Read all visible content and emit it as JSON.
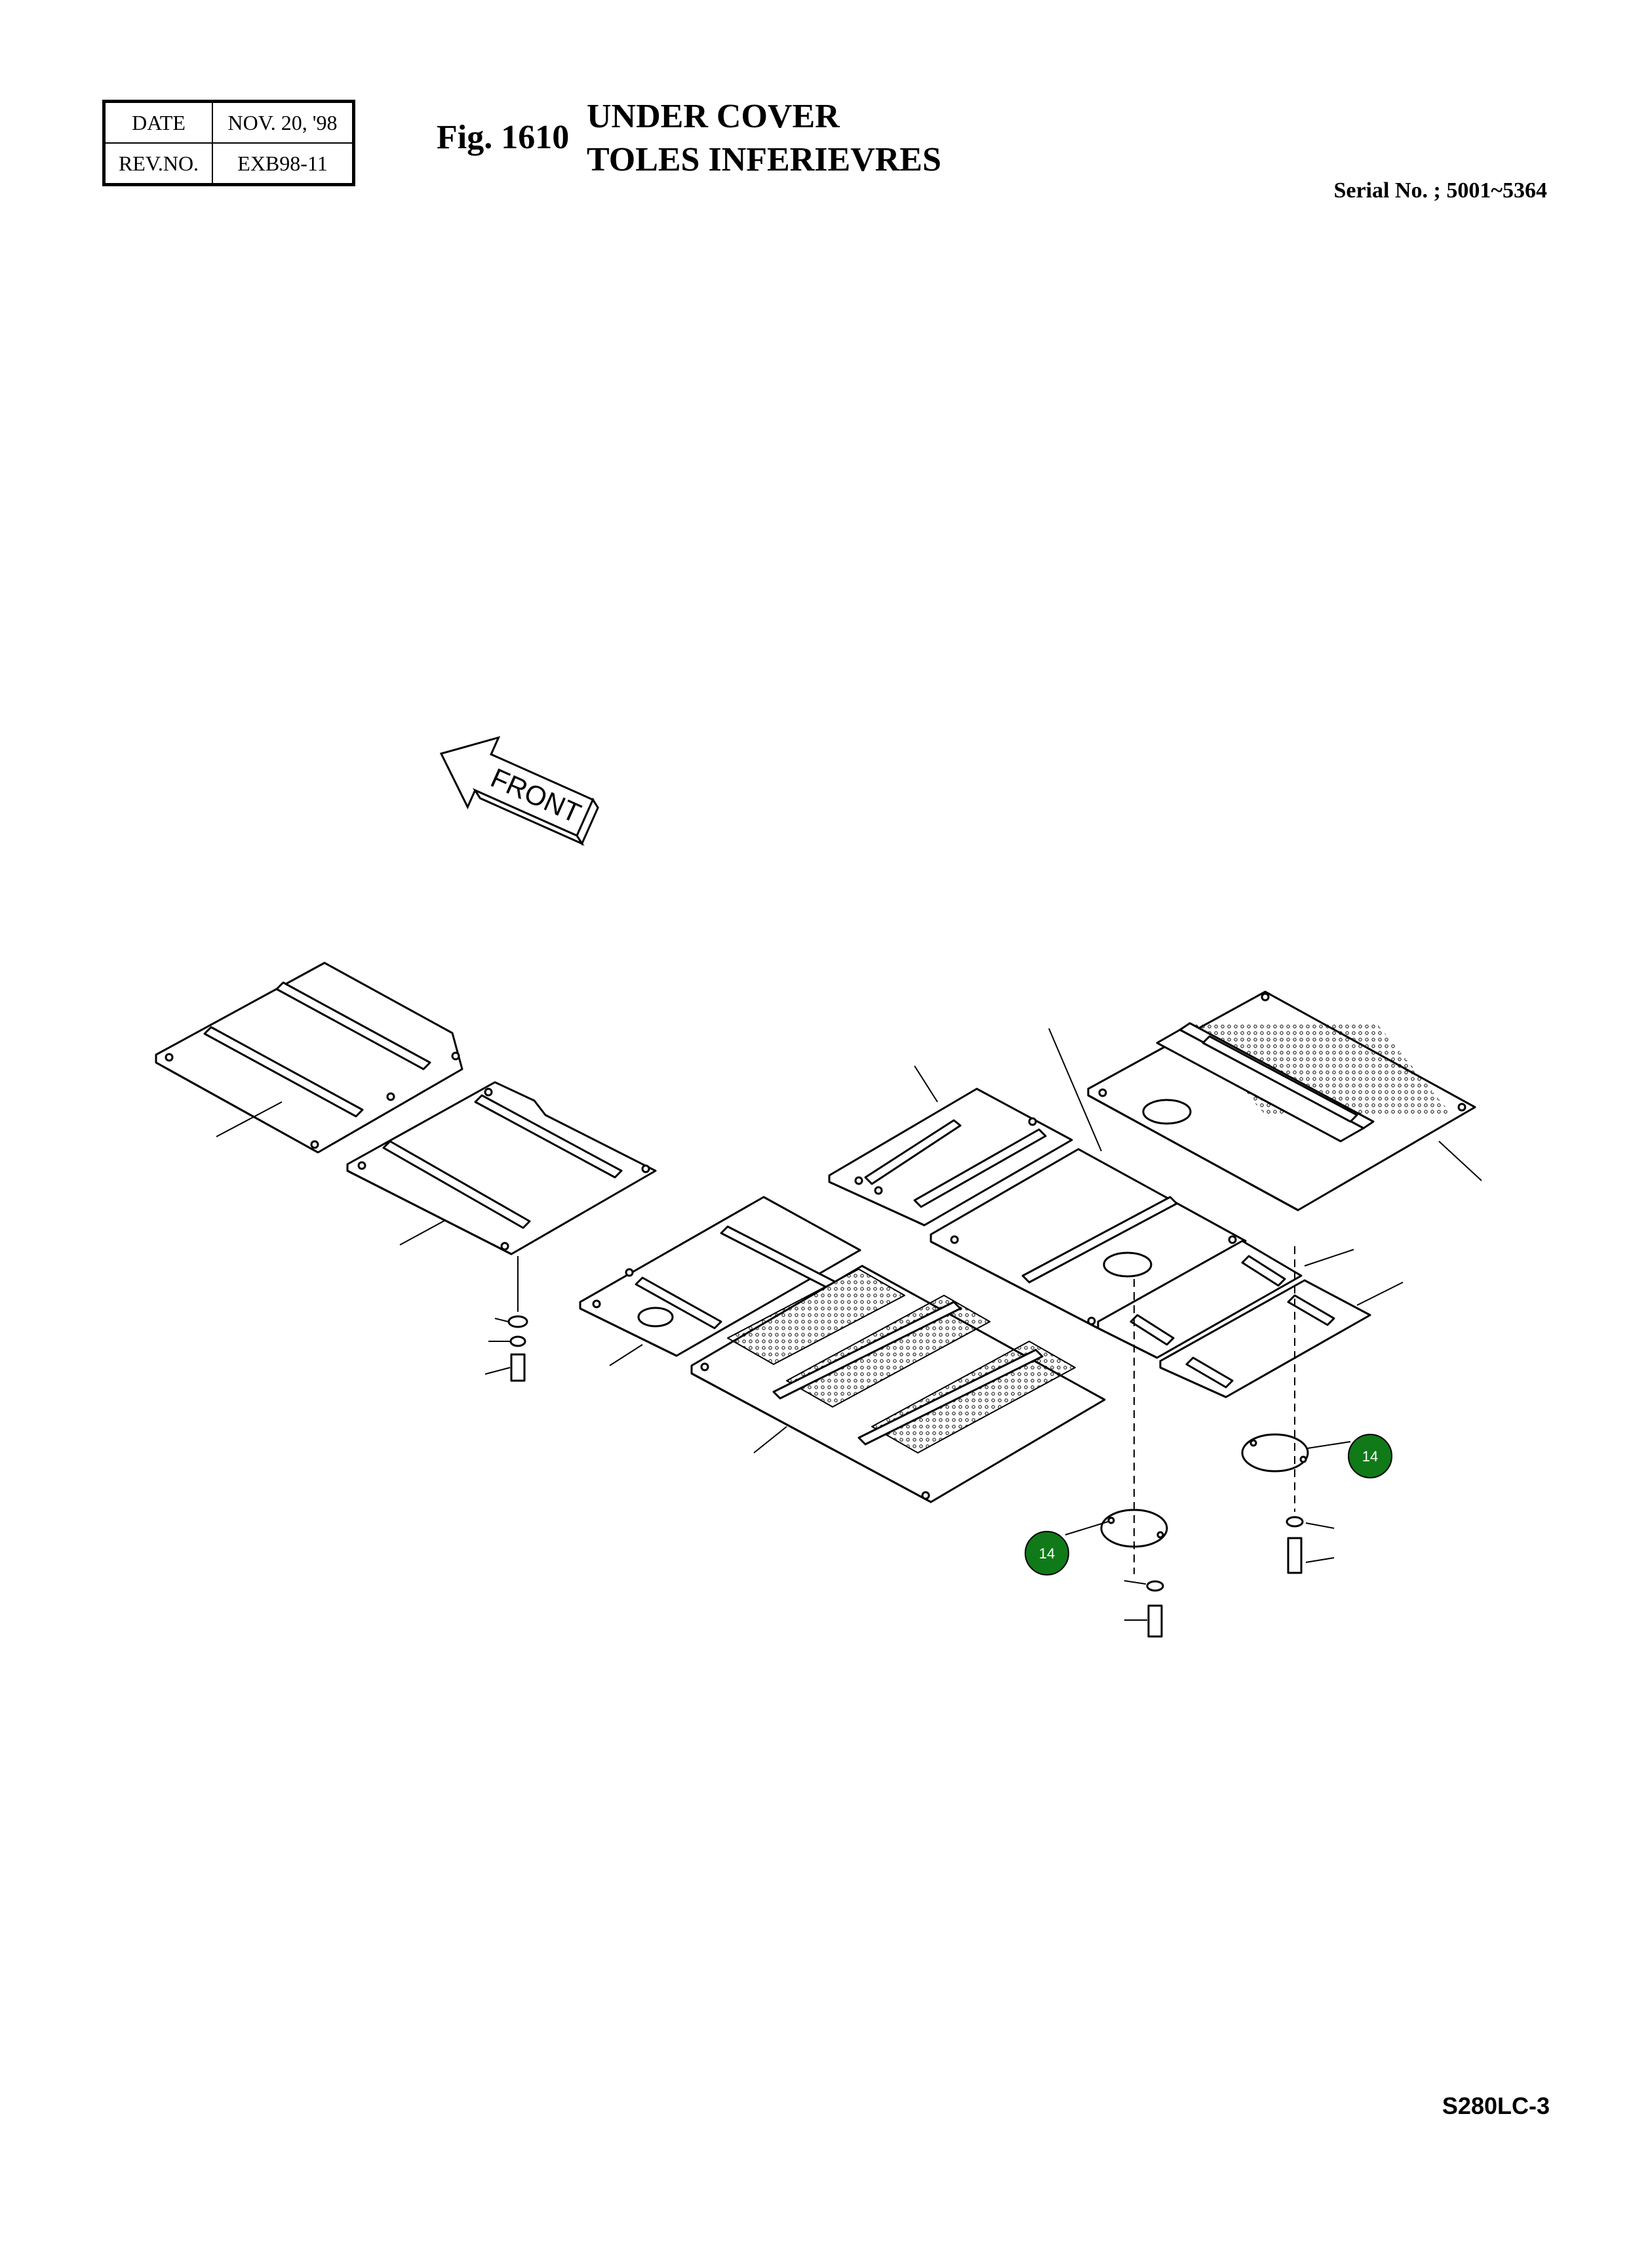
{
  "header": {
    "date_label": "DATE",
    "date_value": "NOV. 20, '98",
    "rev_label": "REV.NO.",
    "rev_value": "EXB98-11",
    "fig_number": "Fig. 1610",
    "title_en": "UNDER COVER",
    "title_fr": "TOLES INFERIEVRES",
    "serial": "Serial No. ; 5001~5364"
  },
  "diagram": {
    "front_arrow_label": "FRONT",
    "callouts": [
      {
        "label": "14",
        "color": "#0f7a17"
      },
      {
        "label": "14",
        "color": "#0f7a17"
      }
    ]
  },
  "footer": {
    "model": "S280LC-3"
  }
}
